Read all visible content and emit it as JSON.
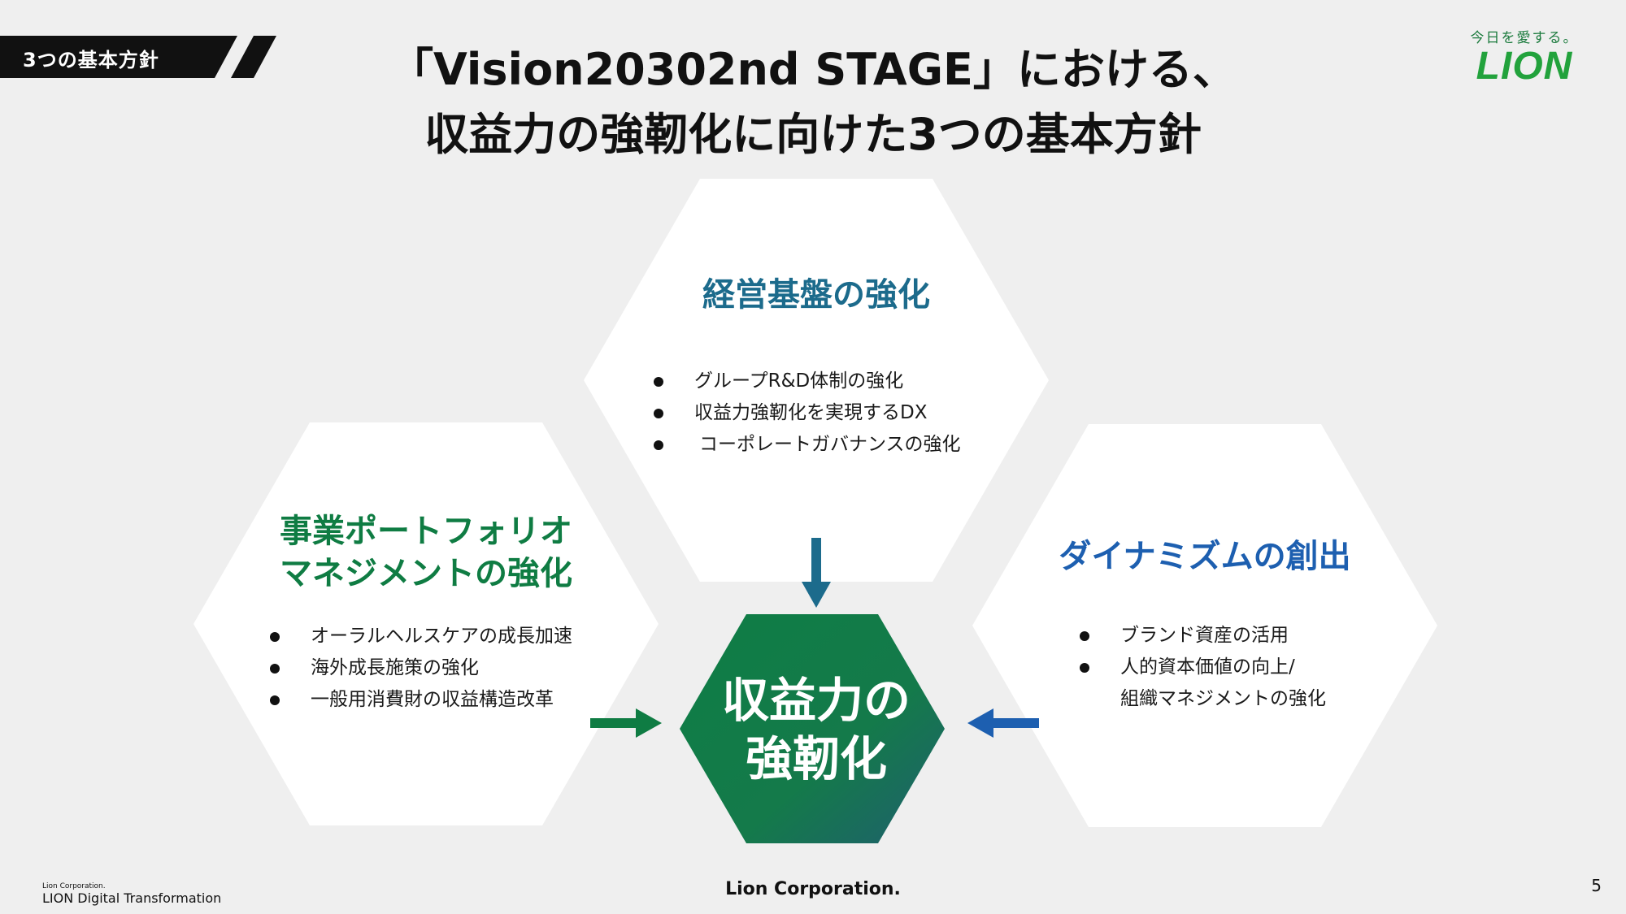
{
  "section_tag": "3つの基本方針",
  "title": {
    "line1": "「Vision20302nd STAGE」における、",
    "line2": "収益力の強靭化に向けた3つの基本方針"
  },
  "logo": {
    "tagline": "今日を愛する。",
    "wordmark": "LION"
  },
  "pillars": {
    "top": {
      "heading": "経営基盤の強化",
      "items": [
        "グループR&D体制の強化",
        "収益力強靭化を実現するDX",
        "コーポレートガバナンスの強化"
      ]
    },
    "left": {
      "heading_line1": "事業ポートフォリオ",
      "heading_line2": "マネジメントの強化",
      "items": [
        "オーラルヘルスケアの成長加速",
        "海外成長施策の強化",
        "一般用消費財の収益構造改革"
      ]
    },
    "right": {
      "heading": "ダイナミズムの創出",
      "items": [
        "ブランド資産の活用",
        "人的資本価値の向上/",
        "組織マネジメントの強化"
      ]
    }
  },
  "center": {
    "line1": "収益力の",
    "line2": "強靭化"
  },
  "footer": {
    "corp_small": "Lion Corporation.",
    "corp_main": "LION Digital Transformation",
    "center": "Lion Corporation.",
    "page": "5"
  },
  "colors": {
    "green": "#0f7c43",
    "teal_blue": "#1c6b8c",
    "blue": "#1d5fb0",
    "dark_teal": "#1f5f6e"
  }
}
